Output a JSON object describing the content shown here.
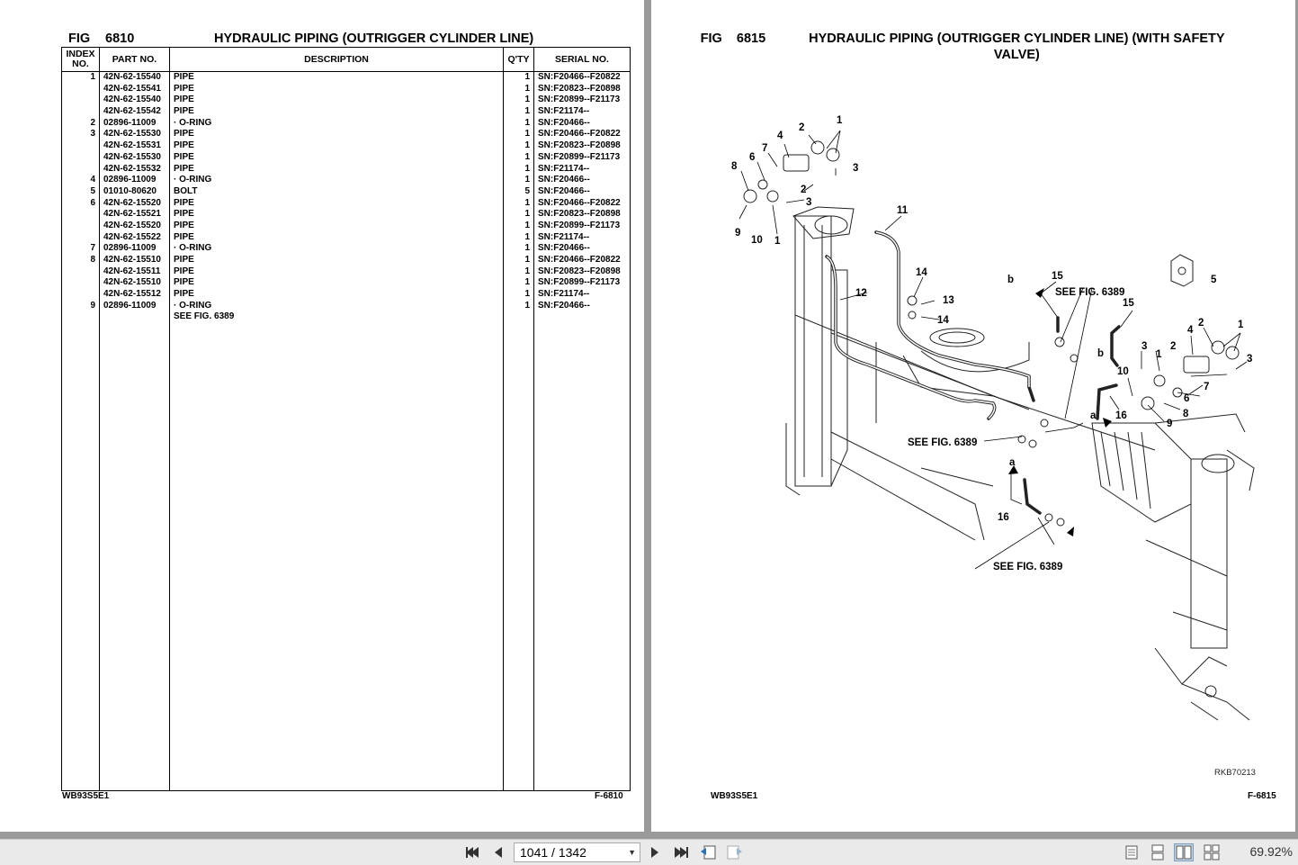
{
  "viewer": {
    "page_indicator": "1041 / 1342",
    "zoom": "69.92%"
  },
  "left_page": {
    "fig_label": "FIG",
    "fig_number": "6810",
    "title": "HYDRAULIC PIPING (OUTRIGGER CYLINDER LINE)",
    "headers": {
      "index": "INDEX NO.",
      "part": "PART NO.",
      "description": "DESCRIPTION",
      "qty": "Q'TY",
      "serial": "SERIAL NO."
    },
    "rows": [
      {
        "index": "1",
        "part": "42N-62-15540",
        "desc": "PIPE",
        "qty": "1",
        "serial": "SN:F20466--F20822"
      },
      {
        "index": "",
        "part": "42N-62-15541",
        "desc": "PIPE",
        "qty": "1",
        "serial": "SN:F20823--F20898"
      },
      {
        "index": "",
        "part": "42N-62-15540",
        "desc": "PIPE",
        "qty": "1",
        "serial": "SN:F20899--F21173"
      },
      {
        "index": "",
        "part": "42N-62-15542",
        "desc": "PIPE",
        "qty": "1",
        "serial": "SN:F21174--"
      },
      {
        "index": "2",
        "part": "02896-11009",
        "desc": "· O-RING",
        "qty": "1",
        "serial": "SN:F20466--"
      },
      {
        "index": "3",
        "part": "42N-62-15530",
        "desc": "PIPE",
        "qty": "1",
        "serial": "SN:F20466--F20822"
      },
      {
        "index": "",
        "part": "42N-62-15531",
        "desc": "PIPE",
        "qty": "1",
        "serial": "SN:F20823--F20898"
      },
      {
        "index": "",
        "part": "42N-62-15530",
        "desc": "PIPE",
        "qty": "1",
        "serial": "SN:F20899--F21173"
      },
      {
        "index": "",
        "part": "42N-62-15532",
        "desc": "PIPE",
        "qty": "1",
        "serial": "SN:F21174--"
      },
      {
        "index": "4",
        "part": "02896-11009",
        "desc": "· O-RING",
        "qty": "1",
        "serial": "SN:F20466--"
      },
      {
        "index": "5",
        "part": "01010-80620",
        "desc": "BOLT",
        "qty": "5",
        "serial": "SN:F20466--"
      },
      {
        "index": "6",
        "part": "42N-62-15520",
        "desc": "PIPE",
        "qty": "1",
        "serial": "SN:F20466--F20822"
      },
      {
        "index": "",
        "part": "42N-62-15521",
        "desc": "PIPE",
        "qty": "1",
        "serial": "SN:F20823--F20898"
      },
      {
        "index": "",
        "part": "42N-62-15520",
        "desc": "PIPE",
        "qty": "1",
        "serial": "SN:F20899--F21173"
      },
      {
        "index": "",
        "part": "42N-62-15522",
        "desc": "PIPE",
        "qty": "1",
        "serial": "SN:F21174--"
      },
      {
        "index": "7",
        "part": "02896-11009",
        "desc": "· O-RING",
        "qty": "1",
        "serial": "SN:F20466--"
      },
      {
        "index": "8",
        "part": "42N-62-15510",
        "desc": "PIPE",
        "qty": "1",
        "serial": "SN:F20466--F20822"
      },
      {
        "index": "",
        "part": "42N-62-15511",
        "desc": "PIPE",
        "qty": "1",
        "serial": "SN:F20823--F20898"
      },
      {
        "index": "",
        "part": "42N-62-15510",
        "desc": "PIPE",
        "qty": "1",
        "serial": "SN:F20899--F21173"
      },
      {
        "index": "",
        "part": "42N-62-15512",
        "desc": "PIPE",
        "qty": "1",
        "serial": "SN:F21174--"
      },
      {
        "index": "9",
        "part": "02896-11009",
        "desc": "· O-RING",
        "qty": "1",
        "serial": "SN:F20466--"
      },
      {
        "index": "",
        "part": "",
        "desc": "SEE FIG. 6389",
        "qty": "",
        "serial": ""
      }
    ],
    "footer_left": "WB93S5E1",
    "footer_right": "F-6810"
  },
  "right_page": {
    "fig_label": "FIG",
    "fig_number": "6815",
    "title": "HYDRAULIC PIPING (OUTRIGGER CYLINDER LINE) (WITH SAFETY VALVE)",
    "diagram_code": "RKB70213",
    "callouts": [
      "1",
      "2",
      "3",
      "4",
      "5",
      "6",
      "7",
      "8",
      "9",
      "10",
      "11",
      "12",
      "13",
      "14",
      "15",
      "16",
      "a",
      "b"
    ],
    "see_fig_label": "SEE FIG. 6389",
    "footer_left": "WB93S5E1",
    "footer_right": "F-6815"
  }
}
